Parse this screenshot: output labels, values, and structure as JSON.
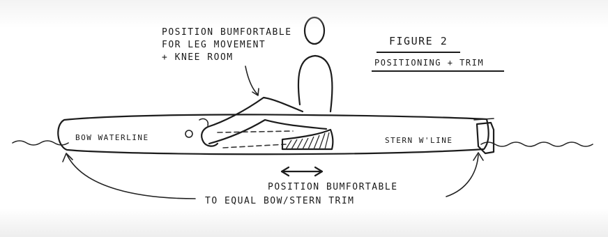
{
  "figure": {
    "title": "FIGURE 2",
    "subtitle": "POSITIONING + TRIM"
  },
  "notes": {
    "seat_line1": "POSITION BUMFORTABLE",
    "seat_line2": "FOR LEG MOVEMENT",
    "seat_line3": "+ KNEE ROOM",
    "bottom_line1": "POSITION BUMFORTABLE",
    "bottom_line2": "TO EQUAL BOW/STERN TRIM"
  },
  "waterlines": {
    "bow": "BOW WATERLINE",
    "stern": "STERN W'LINE"
  }
}
